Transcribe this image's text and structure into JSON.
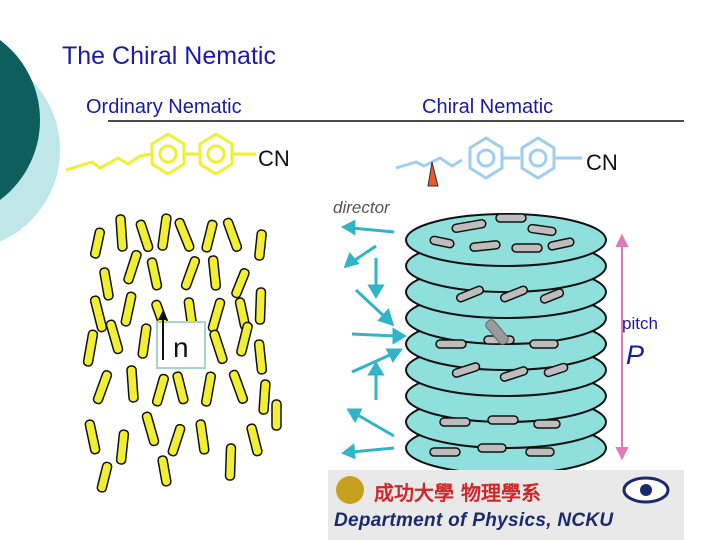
{
  "slide": {
    "title": "The Chiral Nematic",
    "ordinary_label": "Ordinary Nematic",
    "chiral_label": "Chiral Nematic",
    "cn_left": "CN",
    "cn_right": "CN",
    "director_label": "director",
    "n_label": "n",
    "pitch_label": "pitch",
    "p_label": "P"
  },
  "logo": {
    "text": "Department of Physics, NCKU",
    "university_name": "成功大學 物理學系"
  },
  "colors": {
    "title_blue": "#1a1aa6",
    "teal_arc": "#0e5e5e",
    "molecule_yellow": "#f2ee30",
    "disk_teal": "#8fe0dc",
    "pitch_pink": "#e07ab8",
    "arrow_cyan": "#2fb4c8"
  }
}
